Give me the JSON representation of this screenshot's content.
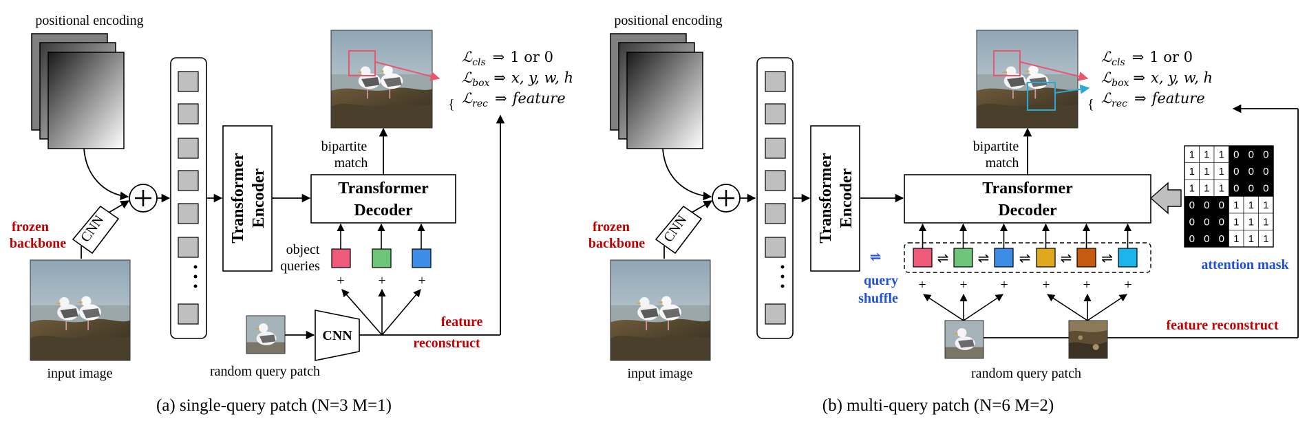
{
  "colors": {
    "red_label": "#c00000",
    "blue_label": "#1f4fe0",
    "query_colors": [
      "#ee5b7a",
      "#6cc57a",
      "#3d8de6",
      "#e0a820",
      "#c55a11",
      "#1cb4ea"
    ],
    "pink_box": "#e8566f",
    "cyan_box": "#2aa8d8",
    "token_fill": "#bfbfbf"
  },
  "panel_a": {
    "positional_encoding": "positional encoding",
    "frozen_line1": "frozen",
    "frozen_line2": "backbone",
    "cnn": "CNN",
    "input_image": "input image",
    "encoder_line1": "Transformer",
    "encoder_line2": "Encoder",
    "decoder_line1": "Transformer",
    "decoder_line2": "Decoder",
    "bipartite_line1": "bipartite",
    "bipartite_line2": "match",
    "object_line1": "object",
    "object_line2": "queries",
    "plus": "+",
    "cnn_small": "CNN",
    "random_query_patch": "random query patch",
    "feature_line1": "feature",
    "feature_line2": "reconstruct",
    "caption": "(a) single-query patch (N=3 M=1)"
  },
  "panel_b": {
    "positional_encoding": "positional encoding",
    "frozen_line1": "frozen",
    "frozen_line2": "backbone",
    "cnn": "CNN",
    "input_image": "input image",
    "encoder_line1": "Transformer",
    "encoder_line2": "Encoder",
    "decoder_line1": "Transformer",
    "decoder_line2": "Decoder",
    "bipartite_line1": "bipartite",
    "bipartite_line2": "match",
    "query_shuffle_line1": "query",
    "query_shuffle_line2": "shuffle",
    "attention_mask": "attention mask",
    "feature_reconstruct": "feature reconstruct",
    "random_query_patch": "random query patch",
    "plus": "+",
    "caption": "(b) multi-query patch (N=6 M=2)"
  },
  "losses": [
    {
      "name": "cls",
      "target": "1 or 0"
    },
    {
      "name": "box",
      "target": "x, y, w, h"
    },
    {
      "name": "rec",
      "target": "feature"
    }
  ],
  "loss_symbol": "ℒ",
  "arrow_symbol": "⇒",
  "attention_mask_matrix": [
    [
      1,
      1,
      1,
      0,
      0,
      0
    ],
    [
      1,
      1,
      1,
      0,
      0,
      0
    ],
    [
      1,
      1,
      1,
      0,
      0,
      0
    ],
    [
      0,
      0,
      0,
      1,
      1,
      1
    ],
    [
      0,
      0,
      0,
      1,
      1,
      1
    ],
    [
      0,
      0,
      0,
      1,
      1,
      1
    ]
  ],
  "encoder_dots": "•"
}
